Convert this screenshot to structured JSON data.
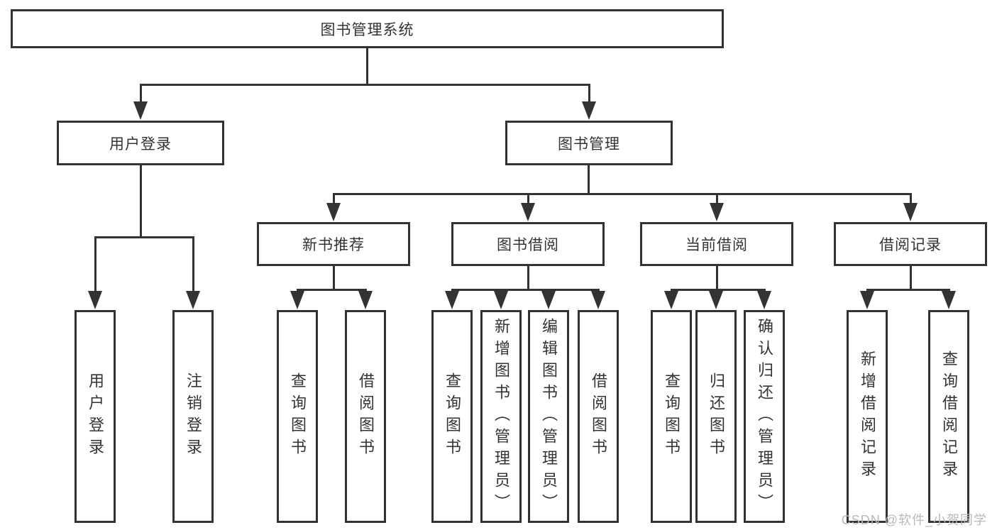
{
  "diagram": {
    "title": "图书管理系统",
    "root": {
      "label": "图书管理系统"
    },
    "children": [
      {
        "label": "用户登录",
        "children": [
          {
            "label": "用户登录"
          },
          {
            "label": "注销登录"
          }
        ]
      },
      {
        "label": "图书管理",
        "children": [
          {
            "label": "新书推荐",
            "children": [
              {
                "label": "查询图书"
              },
              {
                "label": "借阅图书"
              }
            ]
          },
          {
            "label": "图书借阅",
            "children": [
              {
                "label": "查询图书"
              },
              {
                "label": "新增图书（管理员）"
              },
              {
                "label": "编辑图书（管理员）"
              },
              {
                "label": "借阅图书"
              }
            ]
          },
          {
            "label": "当前借阅",
            "children": [
              {
                "label": "查询图书"
              },
              {
                "label": "归还图书"
              },
              {
                "label": "确认归还（管理员）"
              }
            ]
          },
          {
            "label": "借阅记录",
            "children": [
              {
                "label": "新增借阅记录"
              },
              {
                "label": "查询借阅记录"
              }
            ]
          }
        ]
      }
    ]
  },
  "watermark": {
    "text": "CSDN @软件_小贺同学"
  },
  "colors": {
    "line": "#333333",
    "box_border": "#333333",
    "text": "#333333",
    "background": "#ffffff",
    "watermark": "#b9b9b9"
  }
}
